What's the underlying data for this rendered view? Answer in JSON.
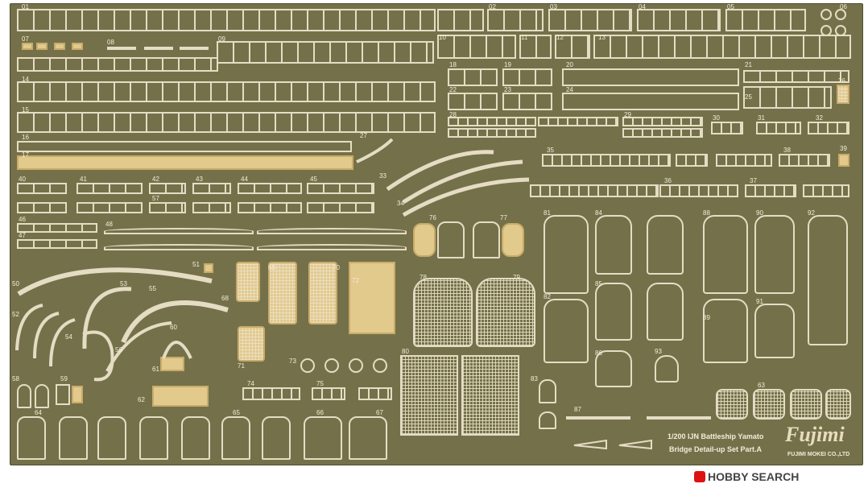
{
  "part_labels": [
    "01",
    "02",
    "03",
    "04",
    "05",
    "06",
    "07",
    "08",
    "09",
    "10",
    "11",
    "12",
    "13",
    "14",
    "15",
    "16",
    "17",
    "18",
    "19",
    "20",
    "21",
    "22",
    "23",
    "24",
    "25",
    "26",
    "27",
    "28",
    "29",
    "30",
    "31",
    "32",
    "33",
    "34",
    "35",
    "36",
    "37",
    "38",
    "39",
    "40",
    "41",
    "42",
    "43",
    "44",
    "45",
    "46",
    "47",
    "48",
    "50",
    "51",
    "52",
    "53",
    "54",
    "55",
    "56",
    "57",
    "58",
    "59",
    "60",
    "61",
    "62",
    "63",
    "64",
    "65",
    "66",
    "67",
    "68",
    "69",
    "70",
    "71",
    "72",
    "73",
    "74",
    "75",
    "76",
    "77",
    "78",
    "79",
    "80",
    "81",
    "82",
    "83",
    "84",
    "85",
    "86",
    "87",
    "88",
    "89",
    "90",
    "91",
    "92",
    "93"
  ],
  "caption": {
    "line1": "1/200 IJN Battleship Yamato",
    "line2": "Bridge Detail-up Set Part.A"
  },
  "logo": "Fujimi",
  "maker": "FUJIMI MOKEI CO.,LTD",
  "watermark": "HOBBY SEARCH",
  "colors": {
    "sheet": "#74714a",
    "metal": "#e6dcc4",
    "brass": "#e2c98c"
  }
}
